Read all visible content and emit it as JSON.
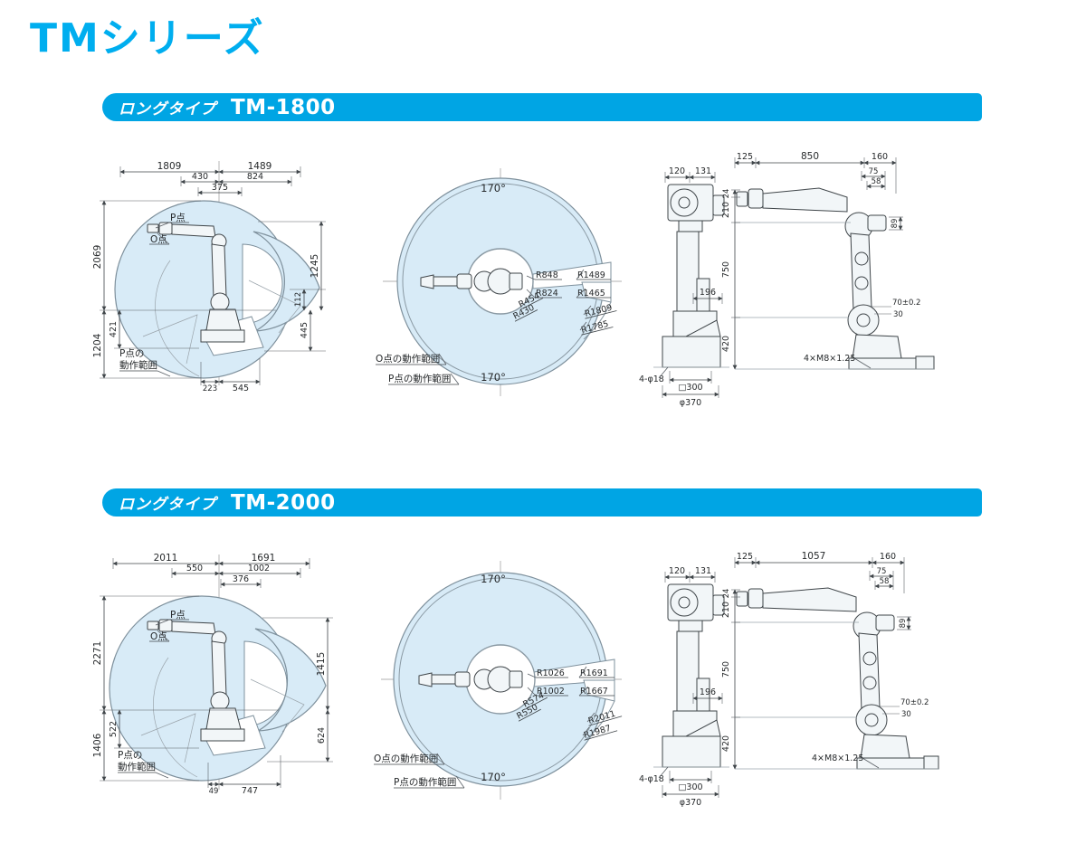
{
  "page": {
    "title": "TMシリーズ"
  },
  "colors": {
    "accent": "#00AEEF",
    "bar": "#00A5E4",
    "envelope_fill": "#D8EBF7"
  },
  "sections": [
    {
      "tag": "ロングタイプ",
      "model": "TM-1800",
      "envelope": {
        "top_dims": [
          "1809",
          "1489"
        ],
        "top_dims2": [
          "430",
          "824"
        ],
        "top_dim3": "375",
        "left_dims": [
          "2069",
          "421",
          "1204"
        ],
        "right_dims": [
          "1245",
          "112",
          "445"
        ],
        "bottom_dims": [
          "223",
          "545"
        ],
        "p_point_label": "P点",
        "o_point_label": "O点",
        "range_label_line1": "P点の",
        "range_label_line2": "動作範囲"
      },
      "topview": {
        "angle_top": "170°",
        "angle_bottom": "170°",
        "r_inner_top": "R848",
        "r_inner_bottom": "R824",
        "r_mid_top": "R454",
        "r_mid_bottom": "R430",
        "r_outer_top": "R1489",
        "r_outer_top2": "R1465",
        "r_outer_bottom": "R1809",
        "r_outer_bottom2": "R1785",
        "o_range_label": "O点の動作範囲",
        "p_range_label": "P点の動作範囲"
      },
      "robot": {
        "front": {
          "top_dims": [
            "120",
            "131"
          ],
          "width_dim": "196",
          "holes_label": "4-φ18",
          "square_label": "□300",
          "dia_label": "φ370"
        },
        "side": {
          "top_dims": [
            "125",
            "850",
            "160"
          ],
          "wrist_dims": [
            "75",
            "58"
          ],
          "left_dims": [
            "24",
            "210",
            "750",
            "420"
          ],
          "flange_dim": "89",
          "offset_dim": "70±0.2",
          "offset_dim2": "30",
          "bolt_label": "4×M8×1.25"
        }
      }
    },
    {
      "tag": "ロングタイプ",
      "model": "TM-2000",
      "envelope": {
        "top_dims": [
          "2011",
          "1691"
        ],
        "top_dims2": [
          "550",
          "1002"
        ],
        "top_dim3": "376",
        "left_dims": [
          "2271",
          "522",
          "1406"
        ],
        "right_dims": [
          "1415",
          "624"
        ],
        "bottom_dims": [
          "49",
          "747"
        ],
        "p_point_label": "P点",
        "o_point_label": "O点",
        "range_label_line1": "P点の",
        "range_label_line2": "動作範囲"
      },
      "topview": {
        "angle_top": "170°",
        "angle_bottom": "170°",
        "r_inner_top": "R1026",
        "r_inner_bottom": "R1002",
        "r_mid_top": "R574",
        "r_mid_bottom": "R550",
        "r_outer_top": "R1691",
        "r_outer_top2": "R1667",
        "r_outer_bottom": "R2011",
        "r_outer_bottom2": "R1987",
        "o_range_label": "O点の動作範囲",
        "p_range_label": "P点の動作範囲"
      },
      "robot": {
        "front": {
          "top_dims": [
            "120",
            "131"
          ],
          "width_dim": "196",
          "holes_label": "4-φ18",
          "square_label": "□300",
          "dia_label": "φ370"
        },
        "side": {
          "top_dims": [
            "125",
            "1057",
            "160"
          ],
          "wrist_dims": [
            "75",
            "58"
          ],
          "left_dims": [
            "24",
            "210",
            "750",
            "420"
          ],
          "flange_dim": "89",
          "offset_dim": "70±0.2",
          "offset_dim2": "30",
          "bolt_label": "4×M8×1.25"
        }
      }
    }
  ]
}
